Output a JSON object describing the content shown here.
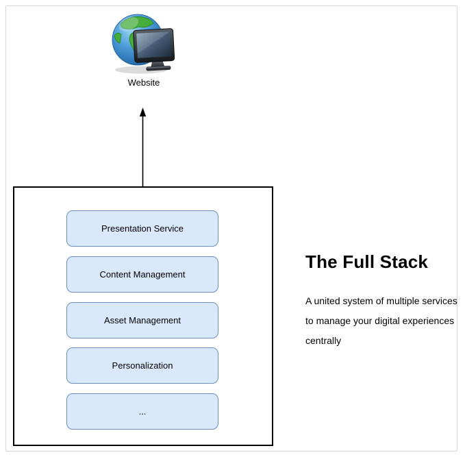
{
  "website_node": {
    "label": "Website",
    "icon": "globe-monitor-icon"
  },
  "arrow": {
    "direction": "up",
    "color": "#000000"
  },
  "stack_container": {
    "border_color": "#000000",
    "service_fill": "#dae8fc",
    "service_border": "#6c8ebf",
    "services": [
      {
        "label": "Presentation Service"
      },
      {
        "label": "Content Management"
      },
      {
        "label": "Asset Management"
      },
      {
        "label": "Personalization"
      },
      {
        "label": "..."
      }
    ]
  },
  "sidebar_text": {
    "title": "The Full Stack",
    "description_lines": [
      "A united system of multiple services",
      "to manage your digital experiences",
      "centrally"
    ]
  }
}
